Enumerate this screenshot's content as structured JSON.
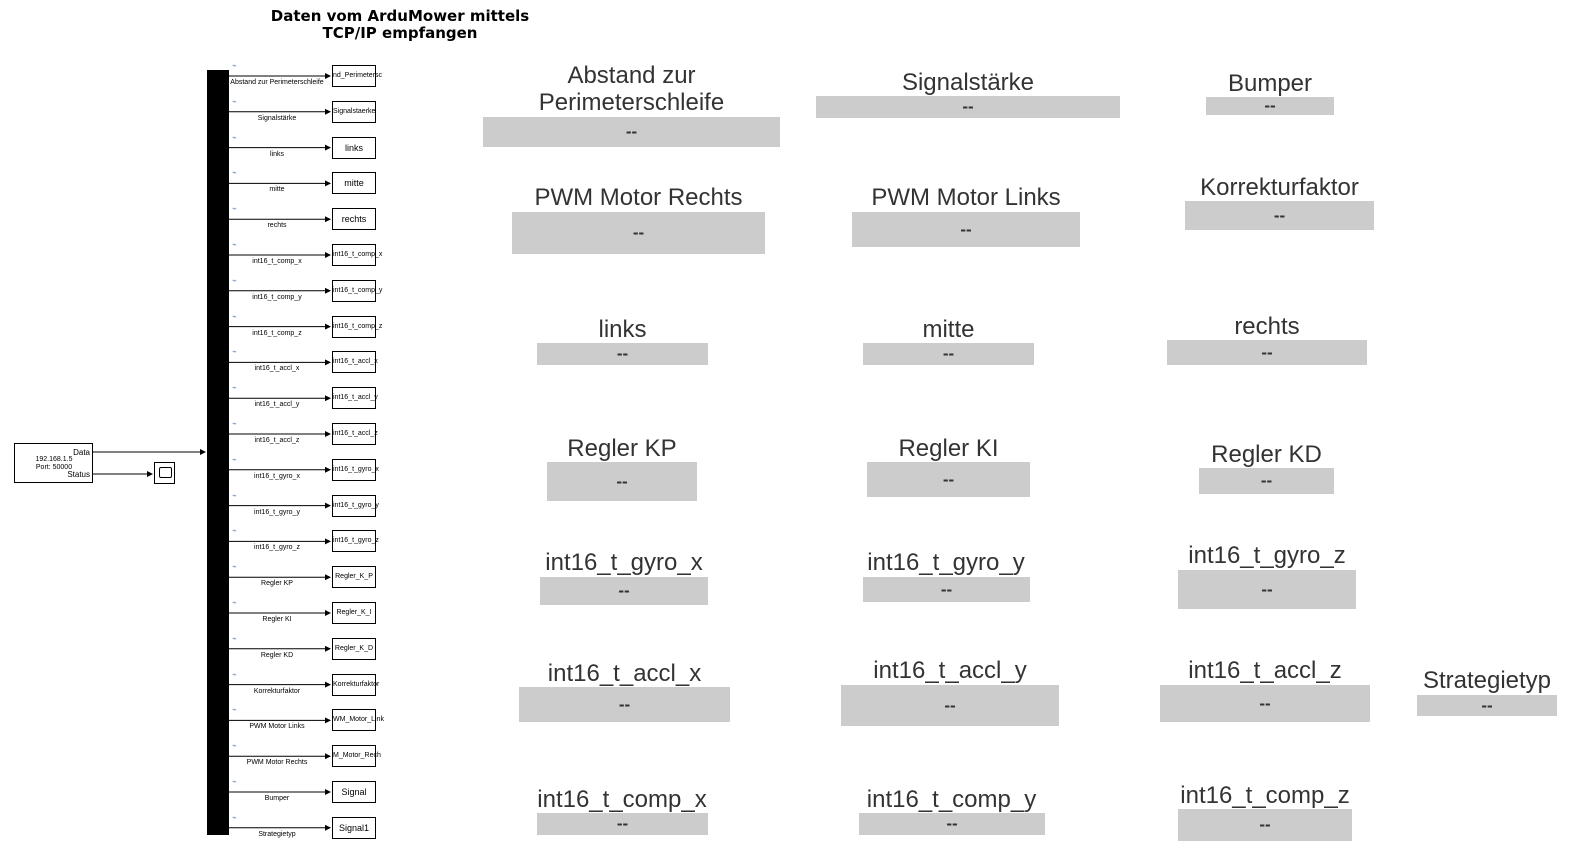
{
  "title": "Daten vom ArduMower mittels TCP/IP empfangen",
  "receive_block": {
    "port_data": "Data",
    "port_status": "Status",
    "ip": "192.168.1.5",
    "port": "Port: 50000"
  },
  "signals": [
    {
      "label": "Abstand zur Perimeterschleife",
      "block": "nd_Perimetersc"
    },
    {
      "label": "Signalstärke",
      "block": "Signalstaerke"
    },
    {
      "label": "links",
      "block": "links"
    },
    {
      "label": "mitte",
      "block": "mitte"
    },
    {
      "label": "rechts",
      "block": "rechts"
    },
    {
      "label": "int16_t_comp_x",
      "block": "int16_t_comp_x"
    },
    {
      "label": "int16_t_comp_y",
      "block": "int16_t_comp_y"
    },
    {
      "label": "int16_t_comp_z",
      "block": "int16_t_comp_z"
    },
    {
      "label": "int16_t_accl_x",
      "block": "int16_t_accl_x"
    },
    {
      "label": "int16_t_accl_y",
      "block": "int16_t_accl_y"
    },
    {
      "label": "int16_t_accl_z",
      "block": "int16_t_accl_z"
    },
    {
      "label": "int16_t_gyro_x",
      "block": "int16_t_gyro_x"
    },
    {
      "label": "int16_t_gyro_y",
      "block": "int16_t_gyro_y"
    },
    {
      "label": "int16_t_gyro_z",
      "block": "int16_t_gyro_z"
    },
    {
      "label": "Regler KP",
      "block": "Regler_K_P"
    },
    {
      "label": "Regler KI",
      "block": "Regler_K_I"
    },
    {
      "label": "Regler KD",
      "block": "Regler_K_D"
    },
    {
      "label": "Korrekturfaktor",
      "block": "Korrekturfaktor"
    },
    {
      "label": "PWM Motor Links",
      "block": "WM_Motor_Link"
    },
    {
      "label": "PWM Motor Rechts",
      "block": "M_Motor_Rech"
    },
    {
      "label": "Bumper",
      "block": "Signal"
    },
    {
      "label": "Strategietyp",
      "block": "Signal1"
    }
  ],
  "displays": {
    "abstand": {
      "label": "Abstand zur\nPerimeterschleife",
      "value": "--"
    },
    "signalstaerke": {
      "label": "Signalstärke",
      "value": "--"
    },
    "bumper": {
      "label": "Bumper",
      "value": "--"
    },
    "pwm_rechts": {
      "label": "PWM Motor Rechts",
      "value": "--"
    },
    "pwm_links": {
      "label": "PWM Motor Links",
      "value": "--"
    },
    "korrekturfaktor": {
      "label": "Korrekturfaktor",
      "value": "--"
    },
    "links": {
      "label": "links",
      "value": "--"
    },
    "mitte": {
      "label": "mitte",
      "value": "--"
    },
    "rechts": {
      "label": "rechts",
      "value": "--"
    },
    "regler_kp": {
      "label": "Regler KP",
      "value": "--"
    },
    "regler_ki": {
      "label": "Regler KI",
      "value": "--"
    },
    "regler_kd": {
      "label": "Regler KD",
      "value": "--"
    },
    "gyro_x": {
      "label": "int16_t_gyro_x",
      "value": "--"
    },
    "gyro_y": {
      "label": "int16_t_gyro_y",
      "value": "--"
    },
    "gyro_z": {
      "label": "int16_t_gyro_z",
      "value": "--"
    },
    "accl_x": {
      "label": "int16_t_accl_x",
      "value": "--"
    },
    "accl_y": {
      "label": "int16_t_accl_y",
      "value": "--"
    },
    "accl_z": {
      "label": "int16_t_accl_z",
      "value": "--"
    },
    "strategietyp": {
      "label": "Strategietyp",
      "value": "--"
    },
    "comp_x": {
      "label": "int16_t_comp_x",
      "value": "--"
    },
    "comp_y": {
      "label": "int16_t_comp_y",
      "value": "--"
    },
    "comp_z": {
      "label": "int16_t_comp_z",
      "value": "--"
    }
  }
}
